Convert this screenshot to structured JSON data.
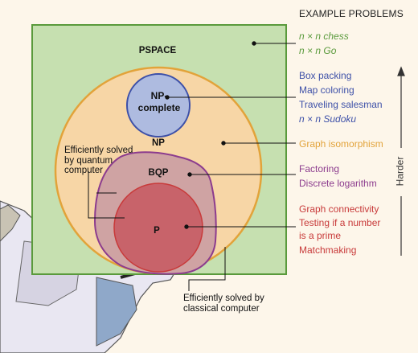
{
  "header": {
    "title": "EXAMPLE PROBLEMS"
  },
  "colors": {
    "pspace": "#5a9a3c",
    "np": "#e2a33a",
    "npcomplete": "#3d50a8",
    "bqp": "#8c3c8e",
    "p": "#c83a3a"
  },
  "regions": {
    "pspace": "PSPACE",
    "np": "NP",
    "np_complete_line1": "NP-",
    "np_complete_line2": "complete",
    "bqp": "BQP",
    "p": "P"
  },
  "captions": {
    "quantum_line1": "Efficiently solved",
    "quantum_line2": "by quantum",
    "quantum_line3": "computer",
    "classical_line1": "Efficiently solved by",
    "classical_line2": "classical computer"
  },
  "axis": {
    "label": "Harder"
  },
  "problems": {
    "pspace": [
      "n × n chess",
      "n × n Go"
    ],
    "np_complete": [
      "Box packing",
      "Map coloring",
      "Traveling salesman",
      "n × n Sudoku"
    ],
    "np": [
      "Graph isomorphism"
    ],
    "bqp": [
      "Factoring",
      "Discrete logarithm"
    ],
    "p": [
      "Graph connectivity",
      "Testing if a number",
      "is a prime",
      "Matchmaking"
    ]
  }
}
